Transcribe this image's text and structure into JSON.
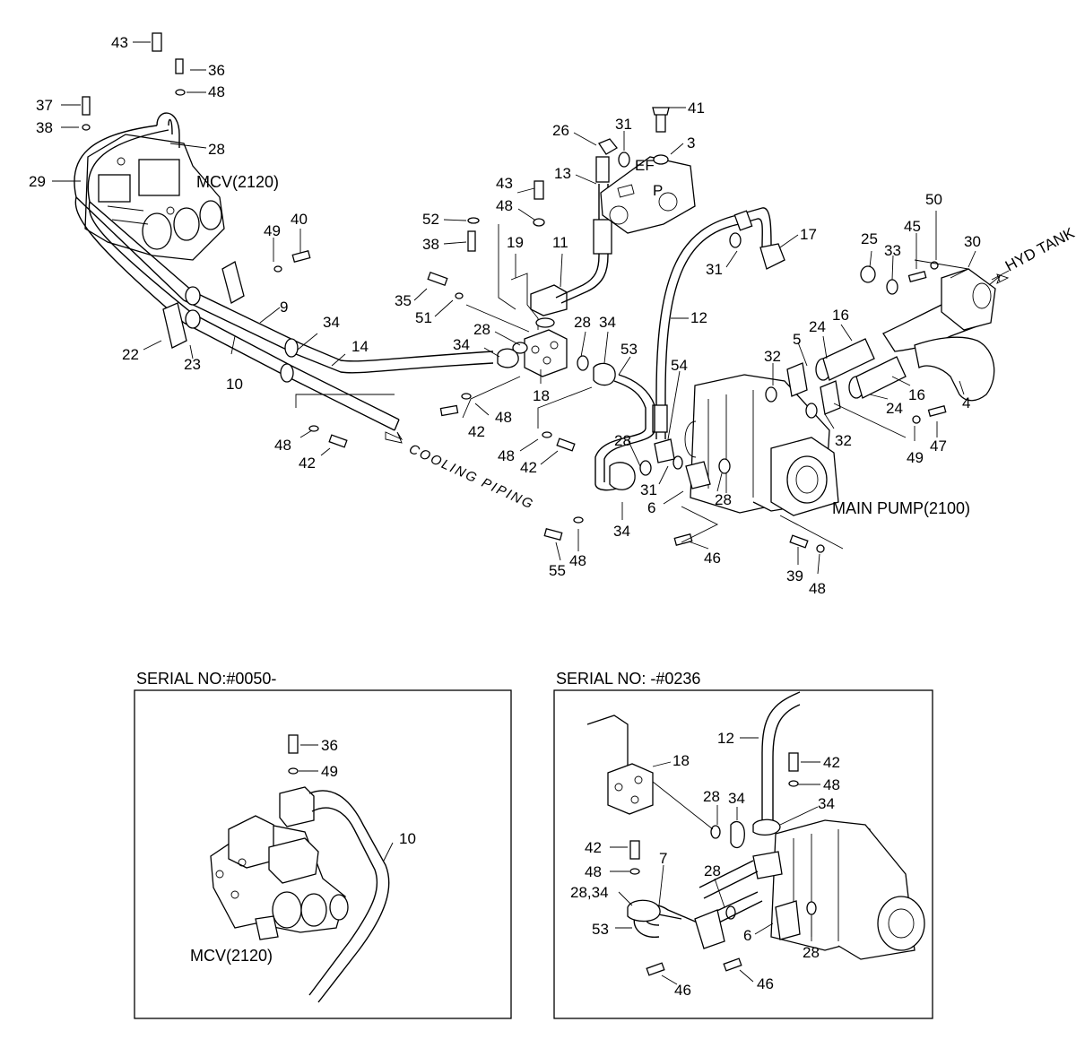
{
  "main": {
    "mcv_label": "MCV(2120)",
    "main_pump_label": "MAIN PUMP(2100)",
    "cooling_piping_label": "COOLING PIPING",
    "hyd_tank_label": "HYD TANK",
    "ef_mark": "EF",
    "p_mark": "P",
    "callouts": {
      "c43a": "43",
      "c36": "36",
      "c48a": "48",
      "c37": "37",
      "c38a": "38",
      "c28a": "28",
      "c29": "29",
      "c49a": "49",
      "c40": "40",
      "c9": "9",
      "c34a": "34",
      "c22": "22",
      "c23": "23",
      "c10": "10",
      "c14": "14",
      "c48b": "48",
      "c42a": "42",
      "c26": "26",
      "c31a": "31",
      "c41": "41",
      "c3": "3",
      "c13": "13",
      "c43b": "43",
      "c52": "52",
      "c48c": "48",
      "c38b": "38",
      "c19": "19",
      "c11": "11",
      "c35": "35",
      "c51": "51",
      "c28b": "28",
      "c28c": "28",
      "c34b": "34",
      "c34c": "34",
      "c18": "18",
      "c42b": "42",
      "c48d": "48",
      "c53": "53",
      "c48e": "48",
      "c42c": "42",
      "c17": "17",
      "c31b": "31",
      "c12": "12",
      "c54": "54",
      "c28d": "28",
      "c31c": "31",
      "c6": "6",
      "c28e": "28",
      "c34d": "34",
      "c55": "55",
      "c48f": "48",
      "c46": "46",
      "c39": "39",
      "c48g": "48",
      "c25": "25",
      "c33": "33",
      "c45": "45",
      "c50": "50",
      "c30": "30",
      "c32a": "32",
      "c5": "5",
      "c24a": "24",
      "c16a": "16",
      "c16b": "16",
      "c24b": "24",
      "c32b": "32",
      "c4": "4",
      "c49b": "49",
      "c47": "47"
    }
  },
  "inset_left": {
    "title": "SERIAL NO:#0050-",
    "mcv_label": "MCV(2120)",
    "callouts": {
      "c36": "36",
      "c49": "49",
      "c10": "10"
    }
  },
  "inset_right": {
    "title": "SERIAL NO: -#0236",
    "callouts": {
      "c12": "12",
      "c42": "42",
      "c48": "48",
      "c18": "18",
      "c28a": "28",
      "c34a": "34",
      "c34b": "34",
      "c42b": "42",
      "c48b": "48",
      "c7": "7",
      "c28b": "28",
      "c2834": "28,34",
      "c53": "53",
      "c6": "6",
      "c28c": "28",
      "c46a": "46",
      "c46b": "46"
    }
  }
}
